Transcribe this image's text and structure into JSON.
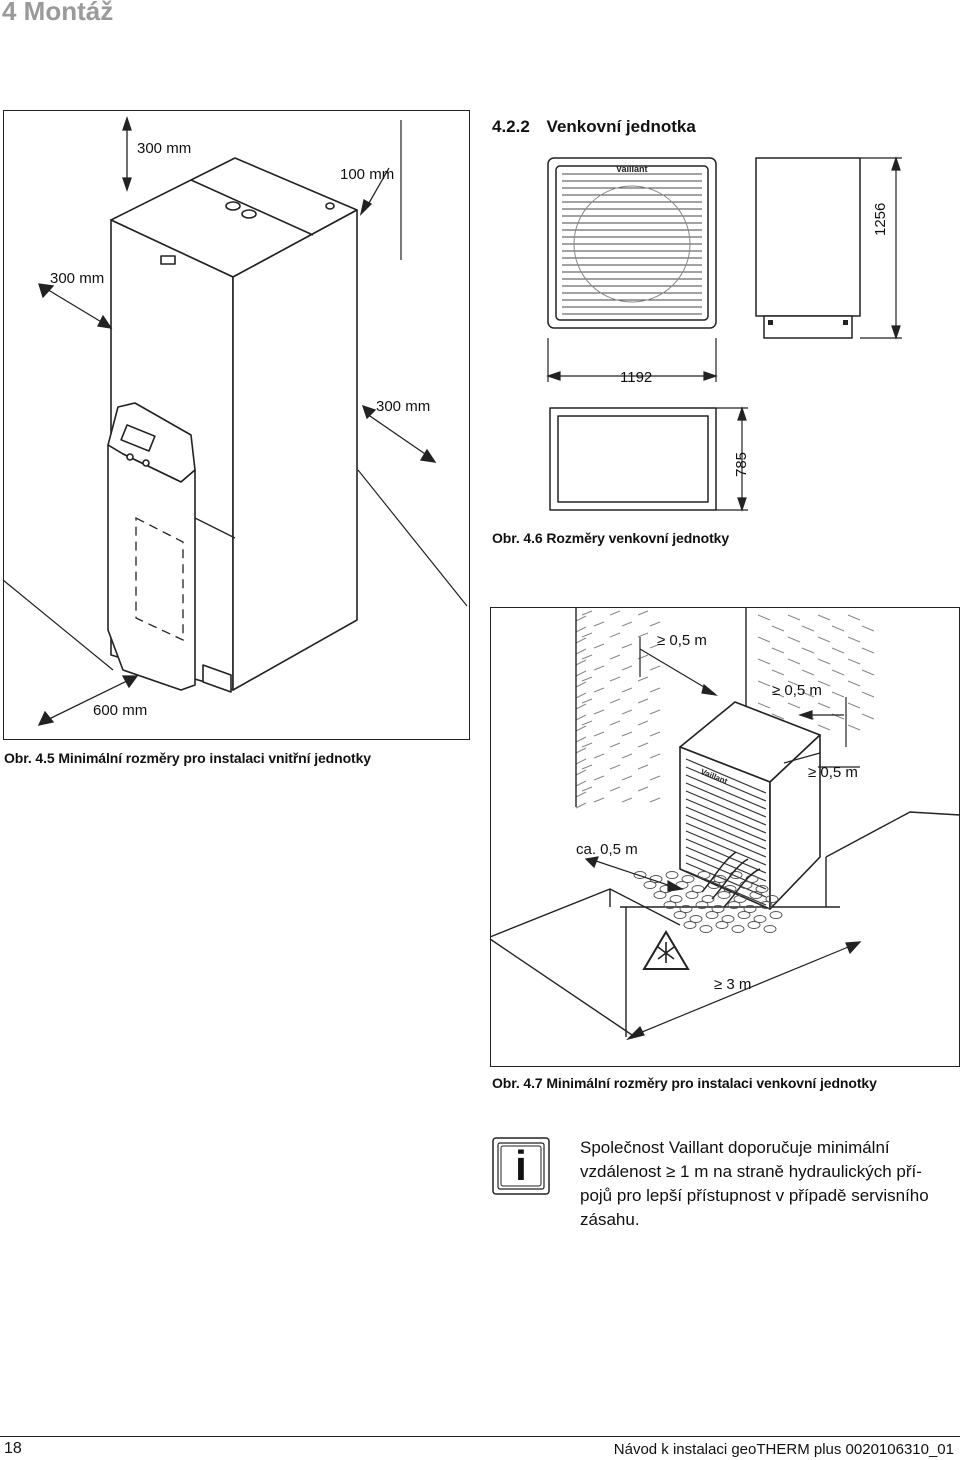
{
  "chapter": {
    "title": "4 Montáž"
  },
  "fig45": {
    "dims": {
      "top": "300 mm",
      "right_top": "100 mm",
      "left": "300 mm",
      "right": "300 mm",
      "bottom": "600 mm"
    },
    "caption_num": "Obr. 4.5",
    "caption_text": "Minimální rozměry pro instalaci vnitřní jednotky"
  },
  "section": {
    "num": "4.2.2",
    "title": "Venkovní jednotka"
  },
  "fig46": {
    "dims": {
      "height": "1256",
      "width": "1192",
      "depth": "785"
    },
    "brand": "Vaillant",
    "caption_num": "Obr. 4.6",
    "caption_text": "Rozměry venkovní jednotky"
  },
  "fig47": {
    "labels": {
      "top": "0,5 m",
      "right_top": "0,5 m",
      "right": "0,5 m",
      "left": "ca. 0,5 m",
      "front": "3 m",
      "ge": "≥"
    },
    "brand": "Vaillant",
    "caption_num": "Obr. 4.7",
    "caption_text": "Minimální rozměry pro instalaci venkovní jednotky"
  },
  "note": {
    "icon_letter": "i",
    "lines": [
      "Společnost Vaillant doporučuje minimální",
      "vzdálenost ≥ 1 m na straně hydraulických pří-",
      "pojů pro lepší přístupnost v případě servisního",
      "zásahu."
    ]
  },
  "footer": {
    "page": "18",
    "doc": "Návod k instalaci geoTHERM plus 0020106310_01"
  }
}
